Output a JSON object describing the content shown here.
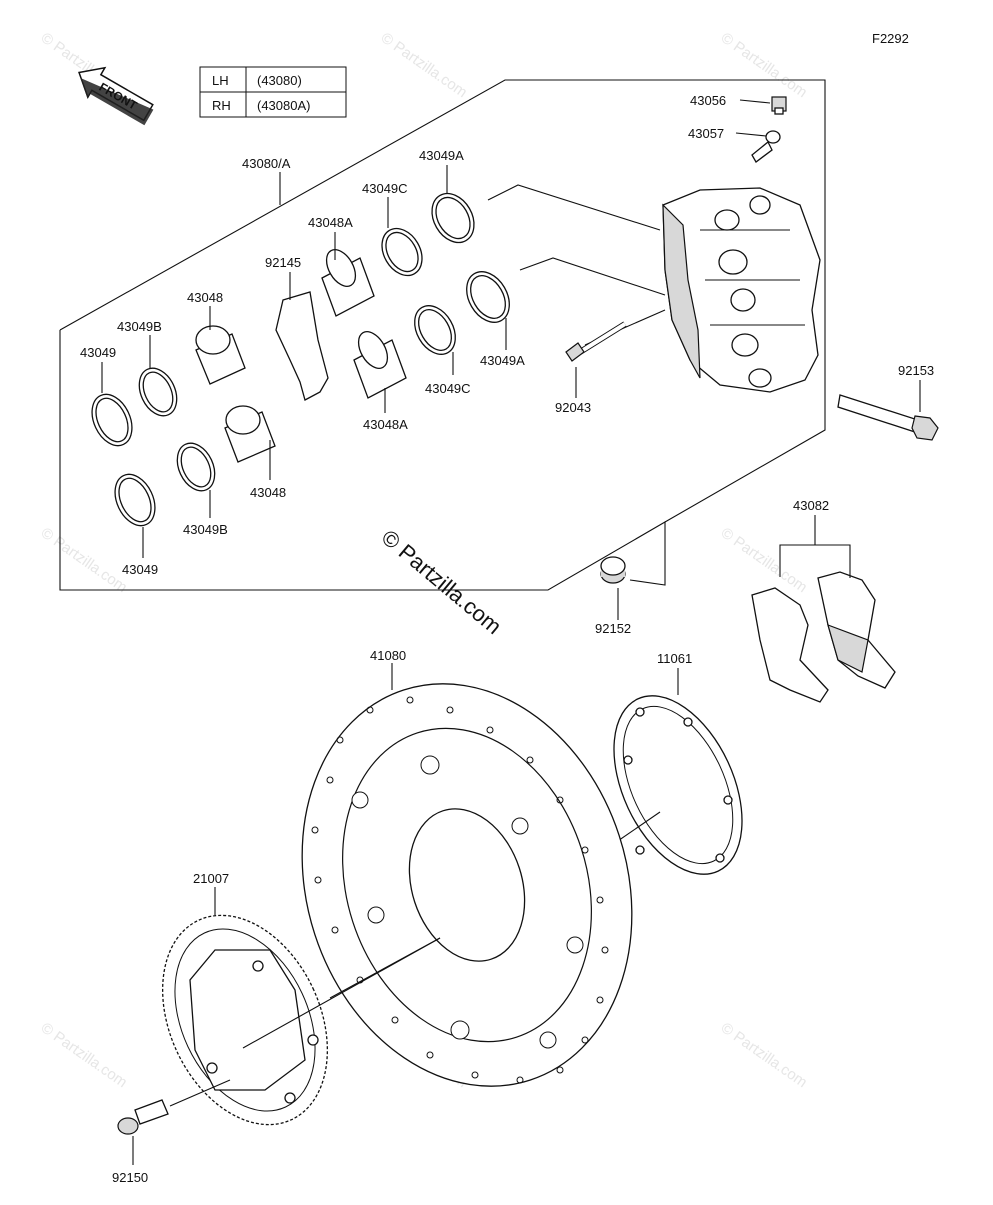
{
  "diagram": {
    "figure_code": "F2292",
    "front_label": "FRONT",
    "table": [
      {
        "side": "LH",
        "part": "(43080)"
      },
      {
        "side": "RH",
        "part": "(43080A)"
      }
    ],
    "watermark": "© Partzilla.com",
    "watermark_small": "© Partzilla.com",
    "labels": {
      "l43080": "43080/A",
      "l43049A_top": "43049A",
      "l43049C_top": "43049C",
      "l43048A_top": "43048A",
      "l92145": "92145",
      "l43048_top": "43048",
      "l43049B_top": "43049B",
      "l43049_top": "43049",
      "l43049A_bot": "43049A",
      "l43049C_bot": "43049C",
      "l43048A_bot": "43048A",
      "l43048_bot": "43048",
      "l43049B_bot": "43049B",
      "l43049_bot": "43049",
      "l92043": "92043",
      "l43056": "43056",
      "l43057": "43057",
      "l92153": "92153",
      "l43082": "43082",
      "l92152": "92152",
      "l41080": "41080",
      "l11061": "11061",
      "l21007": "21007",
      "l92150": "92150"
    }
  }
}
